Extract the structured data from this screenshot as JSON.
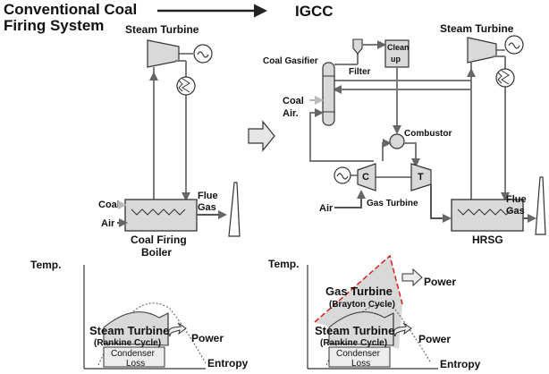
{
  "left": {
    "title_line1": "Conventional Coal",
    "title_line2": "Firing System",
    "steam_turbine": "Steam Turbine",
    "coal": "Coal",
    "air": "Air",
    "flue_gas_line1": "Flue",
    "flue_gas_line2": "Gas",
    "boiler_line1": "Coal Firing",
    "boiler_line2": "Boiler"
  },
  "right": {
    "title": "IGCC",
    "steam_turbine": "Steam Turbine",
    "coal_gasifier": "Coal Gasifier",
    "filter": "Filter",
    "cleanup_line1": "Clean",
    "cleanup_line2": "up",
    "coal": "Coal",
    "air_in": "Air.",
    "combustor": "Combustor",
    "compressor": "C",
    "turbine": "T",
    "air": "Air",
    "gas_turbine": "Gas Turbine",
    "flue_gas_line1": "Flue",
    "flue_gas_line2": "Gas",
    "hrsg": "HRSG"
  },
  "ts_left": {
    "temp": "Temp.",
    "entropy": "Entropy",
    "steam_turbine": "Steam Turbine",
    "rankine": "(Rankine Cycle)",
    "power": "Power",
    "condenser_line1": "Condenser",
    "condenser_line2": "Loss"
  },
  "ts_right": {
    "temp": "Temp.",
    "entropy": "Entropy",
    "gas_turbine": "Gas Turbine",
    "brayton": "(Brayton Cycle)",
    "power_gas": "Power",
    "steam_turbine": "Steam Turbine",
    "rankine": "(Rankine Cycle)",
    "power_steam": "Power",
    "condenser_line1": "Condenser",
    "condenser_line2": "Loss"
  },
  "colors": {
    "line": "#333333",
    "flow": "#7a7a7a",
    "fill": "#d9d9d9",
    "light_arrow": "#bdbdbd",
    "red": "#d62020"
  },
  "icons": [
    "generator-icon",
    "heat-exchanger-icon",
    "transition-arrow-icon",
    "stack-icon"
  ]
}
